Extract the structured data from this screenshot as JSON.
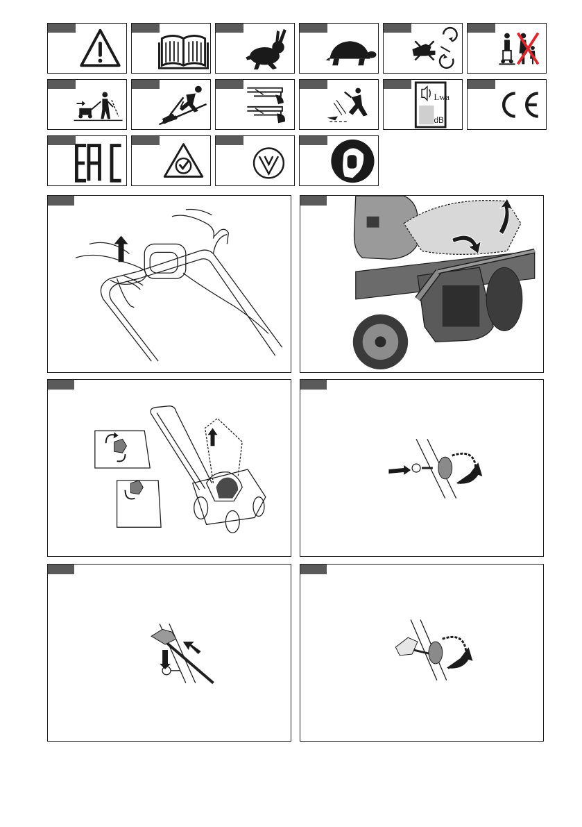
{
  "symbols": {
    "sound_power": {
      "lwa": "Lwa",
      "db": "dB"
    },
    "ce": "CE",
    "eac": "EAC"
  },
  "colors": {
    "tab": "#5a5a5a",
    "line": "#1f1f1f",
    "red_cross": "#e0262b",
    "grey_fill": "#cfcfcf"
  },
  "icons": [
    "warning-triangle-icon",
    "manual-book-icon",
    "rabbit-fast-icon",
    "turtle-slow-icon",
    "hands-rotating-blade-icon",
    "keep-bystanders-away-icon",
    "throwing-objects-icon",
    "slope-mowing-icon",
    "fingers-pinch-icon",
    "blade-injury-icon",
    "sound-power-icon",
    "ce-mark-icon",
    "eac-mark-icon",
    "rcm-mark-icon",
    "ukrainian-conformity-icon",
    "ear-protection-icon"
  ]
}
